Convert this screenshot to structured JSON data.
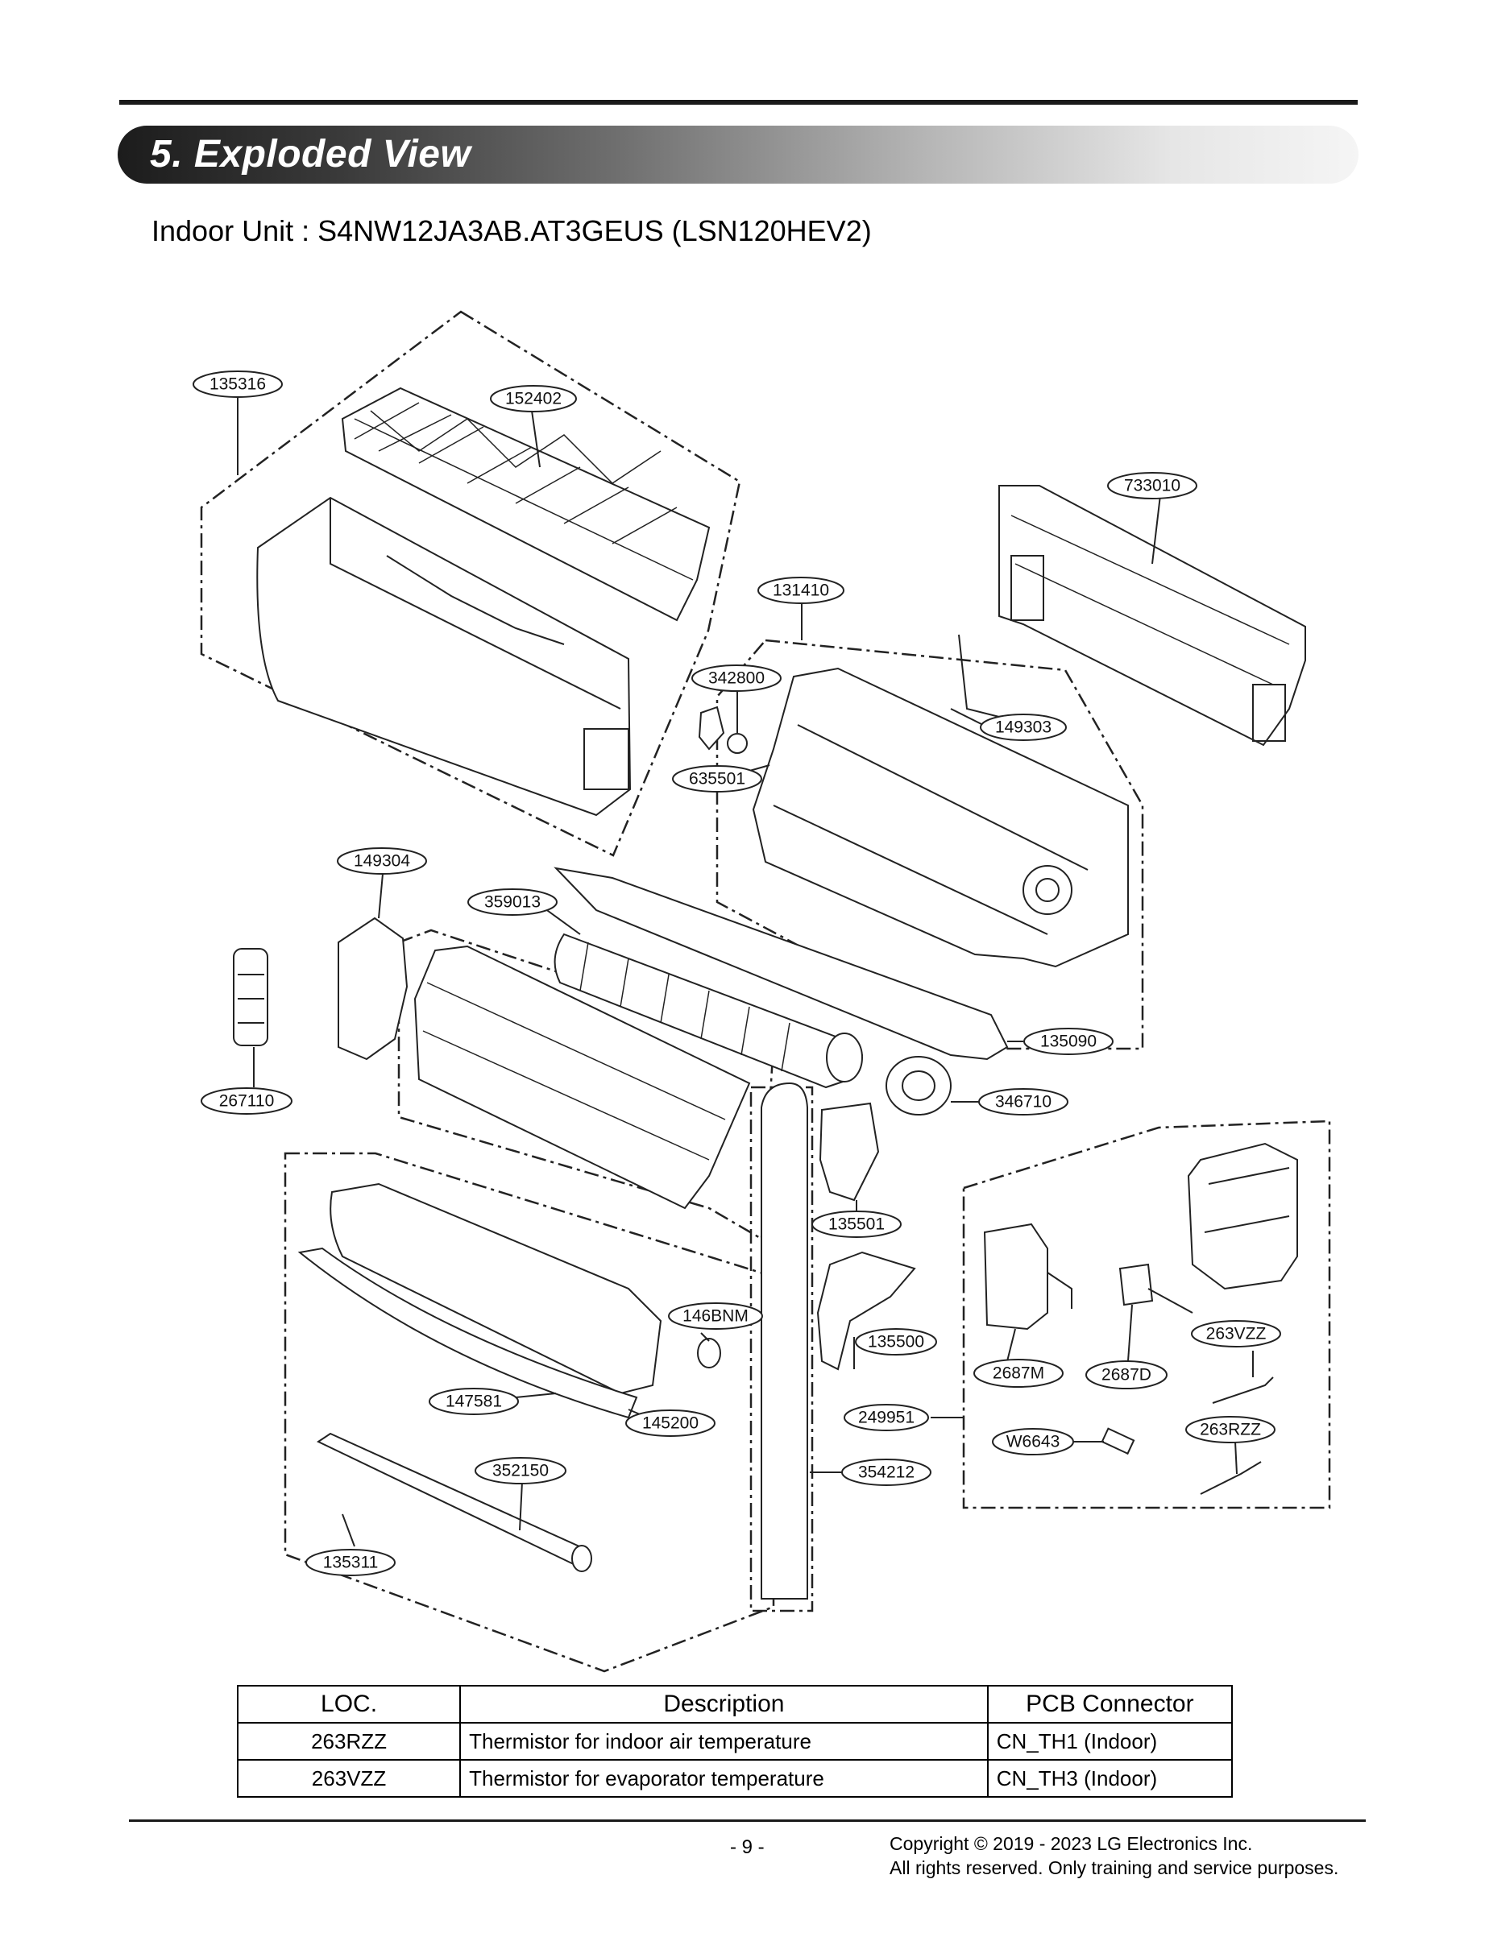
{
  "section": {
    "title": "5. Exploded View"
  },
  "subtitle": "Indoor Unit : S4NW12JA3AB.AT3GEUS (LSN120HEV2)",
  "callouts": {
    "c135316": "135316",
    "c152402": "152402",
    "c733010": "733010",
    "c131410": "131410",
    "c342800": "342800",
    "c149303": "149303",
    "c635501": "635501",
    "c149304": "149304",
    "c359013": "359013",
    "c135090": "135090",
    "c267110": "267110",
    "c346710": "346710",
    "c135501": "135501",
    "c146BNM": "146BNM",
    "c135500": "135500",
    "c2687M": "2687M",
    "c2687D": "2687D",
    "c263VZZ": "263VZZ",
    "c147581": "147581",
    "c145200": "145200",
    "c249951": "249951",
    "cW6643": "W6643",
    "c263RZZ": "263RZZ",
    "c352150": "352150",
    "c354212": "354212",
    "c135311": "135311"
  },
  "table": {
    "headers": [
      "LOC.",
      "Description",
      "PCB Connector"
    ],
    "rows": [
      {
        "loc": "263RZZ",
        "description": "Thermistor for indoor air temperature",
        "pcb": "CN_TH1 (Indoor)"
      },
      {
        "loc": "263VZZ",
        "description": "Thermistor for evaporator temperature",
        "pcb": "CN_TH3 (Indoor)"
      }
    ]
  },
  "footer": {
    "page": "- 9 -",
    "copyright_line1": "Copyright © 2019 - 2023 LG Electronics Inc.",
    "copyright_line2": "All rights reserved. Only training and service purposes."
  }
}
